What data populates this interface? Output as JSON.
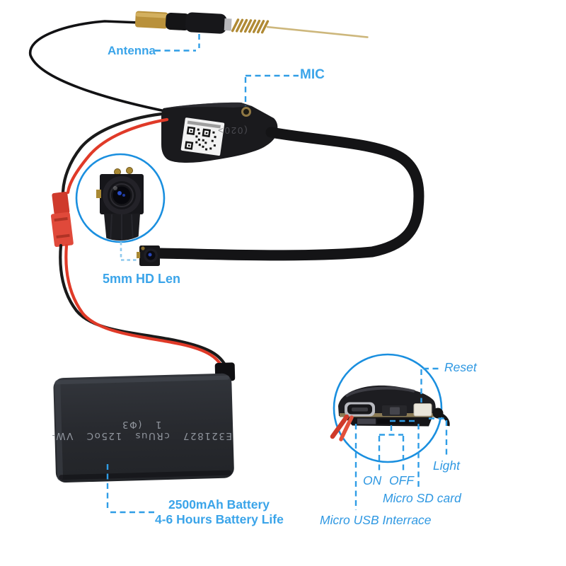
{
  "figure": "annotated product diagram of a mini wifi camera module kit",
  "colors": {
    "background": "#ffffff",
    "label_blue": "#3aa4e9",
    "inset_label_blue": "#2f98e2",
    "dash_blue": "#2f9de6",
    "pointer_light_blue": "#8ec9ed",
    "inset_circle_blue": "#1a8fdf",
    "wire_red": "#e03a28",
    "wire_black": "#1a1a1a",
    "antenna_gold": "#b9913b",
    "battery_body": "#2a2c31"
  },
  "callouts": {
    "antenna": "Antenna",
    "mic": "MIC",
    "lens": "5mm HD Len",
    "battery_line1": "2500mAh Battery",
    "battery_line2": "4-6 Hours Battery Life",
    "reset": "Reset",
    "light": "Light",
    "on": "ON",
    "off": "OFF",
    "sd": "Micro SD card",
    "usb": "Micro USB Interrace"
  },
  "markings": {
    "battery_print": "E321827 cRUus 125oC VW-1 (Φ3",
    "module_print": "(020>"
  }
}
